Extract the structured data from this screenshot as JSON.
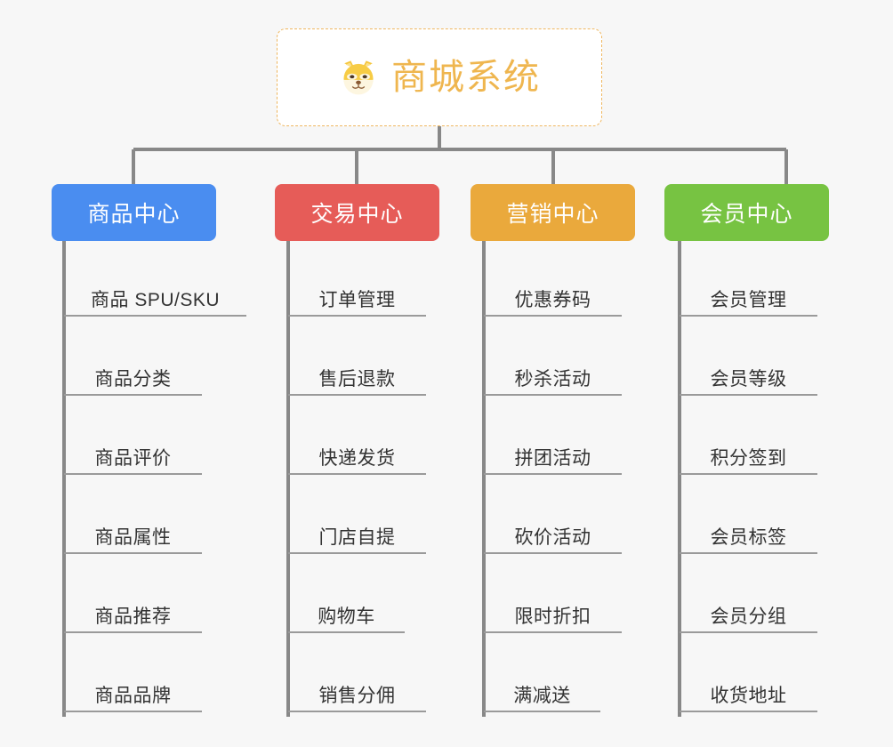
{
  "diagram": {
    "title": "商城系统 functional architecture tree",
    "background_color": "#f7f7f7",
    "connector_color": "#888888",
    "leaf_rule_color": "#9a9a9a",
    "leaf_text_color": "#333333"
  },
  "root": {
    "label": "商城系统",
    "icon": "shiba-dog-emoji",
    "text_color": "#efb64f",
    "border_color": "#efb760",
    "background_color": "#ffffff"
  },
  "categories": [
    {
      "id": "product-center",
      "label": "商品中心",
      "color": "#4a8df0",
      "items": [
        "商品 SPU/SKU",
        "商品分类",
        "商品评价",
        "商品属性",
        "商品推荐",
        "商品品牌"
      ]
    },
    {
      "id": "trade-center",
      "label": "交易中心",
      "color": "#e65c58",
      "items": [
        "订单管理",
        "售后退款",
        "快递发货",
        "门店自提",
        "购物车",
        "销售分佣"
      ]
    },
    {
      "id": "marketing-center",
      "label": "营销中心",
      "color": "#eaa93c",
      "items": [
        "优惠券码",
        "秒杀活动",
        "拼团活动",
        "砍价活动",
        "限时折扣",
        "满减送"
      ]
    },
    {
      "id": "member-center",
      "label": "会员中心",
      "color": "#77c342",
      "items": [
        "会员管理",
        "会员等级",
        "积分签到",
        "会员标签",
        "会员分组",
        "收货地址"
      ]
    }
  ]
}
